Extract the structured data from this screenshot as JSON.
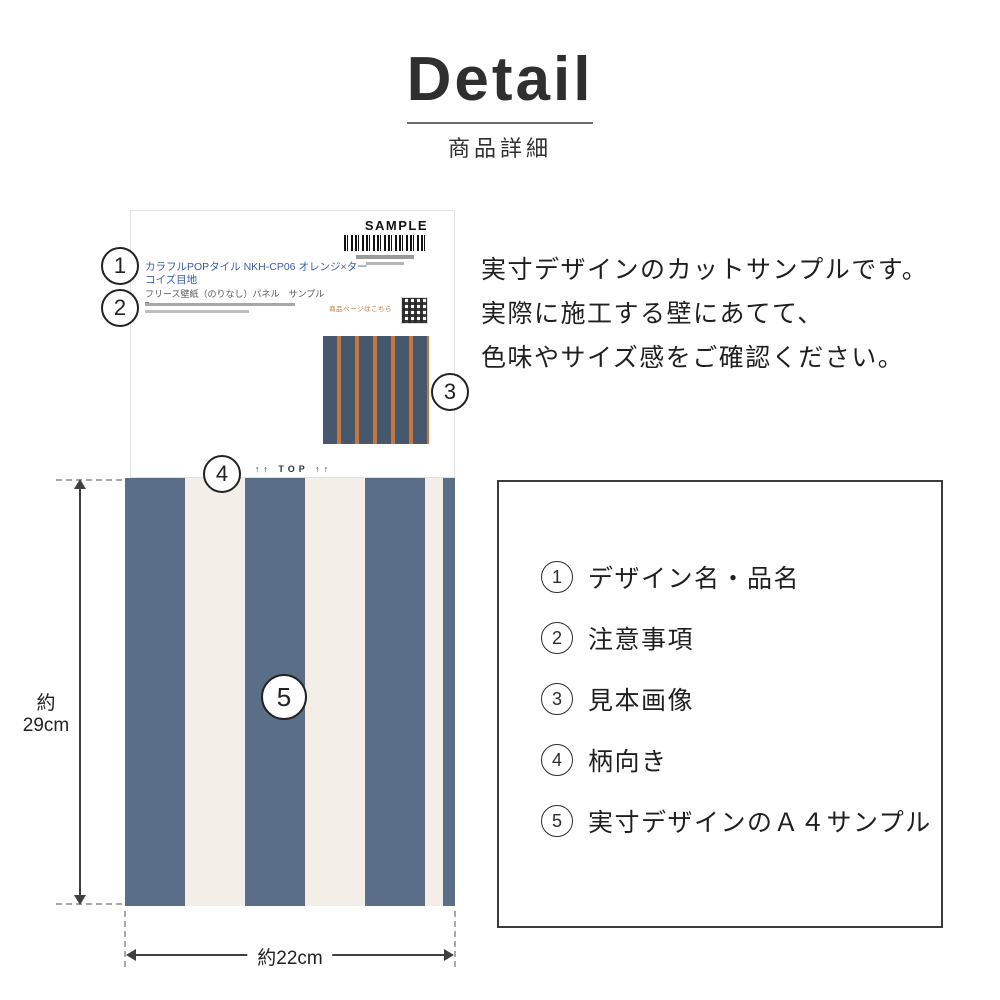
{
  "header": {
    "title": "Detail",
    "subtitle": "商品詳細"
  },
  "description": {
    "line1": "実寸デザインのカットサンプルです。",
    "line2": "実際に施工する壁にあてて、",
    "line3": "色味やサイズ感をご確認ください。"
  },
  "sample_card": {
    "sample_label": "SAMPLE",
    "product_name": "カラフルPOPタイル NKH-CP06 オレンジ×ターコイズ目地",
    "product_spec": "フリース壁紙（のりなし）パネル　サンプル",
    "qr_caption": "商品ページはこちら",
    "top_marker": "↑↑ TOP ↑↑"
  },
  "callouts": {
    "n1": "1",
    "n2": "2",
    "n3": "3",
    "n4": "4",
    "n5": "5"
  },
  "dimensions": {
    "height_label": "約29cm",
    "width_label": "約22cm"
  },
  "legend": {
    "items": [
      {
        "num": "1",
        "label": "デザイン名・品名"
      },
      {
        "num": "2",
        "label": "注意事項"
      },
      {
        "num": "3",
        "label": "見本画像"
      },
      {
        "num": "4",
        "label": "柄向き"
      },
      {
        "num": "5",
        "label": "実寸デザインのＡ４サンプル"
      }
    ]
  },
  "colors": {
    "stripe_blue": "#5b6e87",
    "stripe_cream": "#f3eee8",
    "swatch_navy": "#45586e",
    "swatch_orange": "#c97540",
    "product_name_color": "#3a5da8"
  }
}
